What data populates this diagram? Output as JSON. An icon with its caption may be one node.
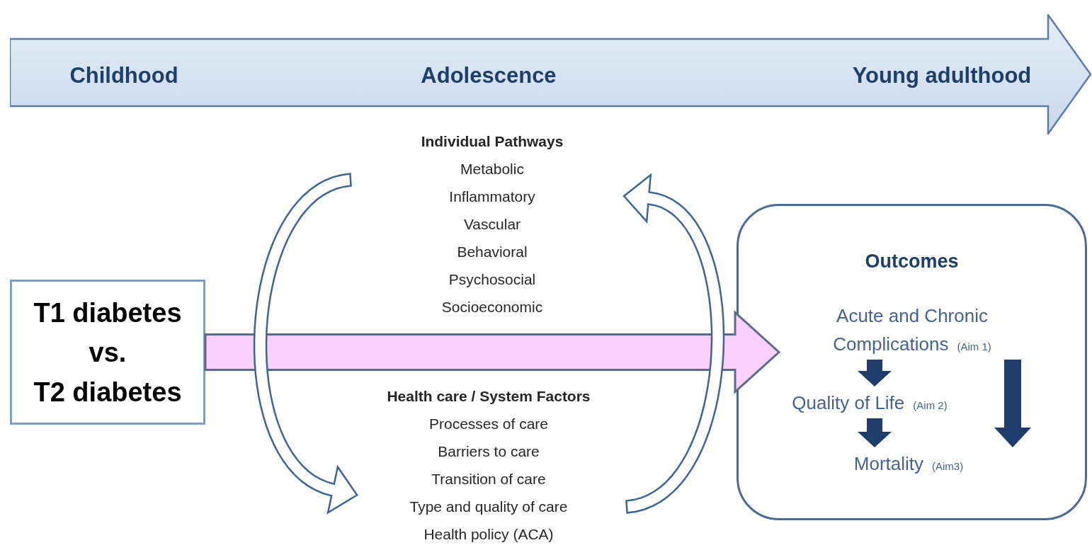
{
  "diagram": {
    "nodes": [
      {
        "text": [
          "Childhood",
          "Adolescence",
          "Young adulthood"
        ]
      },
      {
        "text": [
          "T1 diabetes",
          "vs.",
          "T2 diabetes"
        ]
      },
      {
        "text": [
          "Individual Pathways",
          "Metabolic",
          "Inflammatory",
          "Vascular",
          "Behavioral",
          "Psychosocial",
          "Socioeconomic"
        ]
      },
      {
        "text": [
          "Health care / System Factors",
          "Processes of care",
          "Barriers to care",
          "Transition of care",
          "Type and quality of care",
          "Health policy (ACA)"
        ]
      },
      {
        "text": [
          "Outcomes"
        ]
      },
      {
        "text": [
          "Acute and Chronic Complications",
          "(Aim 1)"
        ],
        "in": 4
      },
      {
        "text": [
          "Quality of Life",
          "(Aim 2)"
        ],
        "in": 4
      },
      {
        "text": [
          "Mortality",
          "(Aim3)"
        ],
        "in": 4
      }
    ],
    "edges": [
      {
        "from": 1,
        "to": 4,
        "arrow": "to",
        "style": "thick",
        "color": "#fccffc"
      },
      {
        "from": 2,
        "to": 3,
        "arrow": "to",
        "color": "#3d6596"
      },
      {
        "from": 3,
        "to": 2,
        "arrow": "to",
        "color": "#3d6596"
      },
      {
        "from": 5,
        "to": 6,
        "arrow": "to",
        "style": "thick"
      },
      {
        "from": 6,
        "to": 7,
        "arrow": "to",
        "style": "thick"
      },
      {
        "from": 5,
        "to": 7,
        "arrow": "to",
        "style": "thick"
      }
    ]
  }
}
